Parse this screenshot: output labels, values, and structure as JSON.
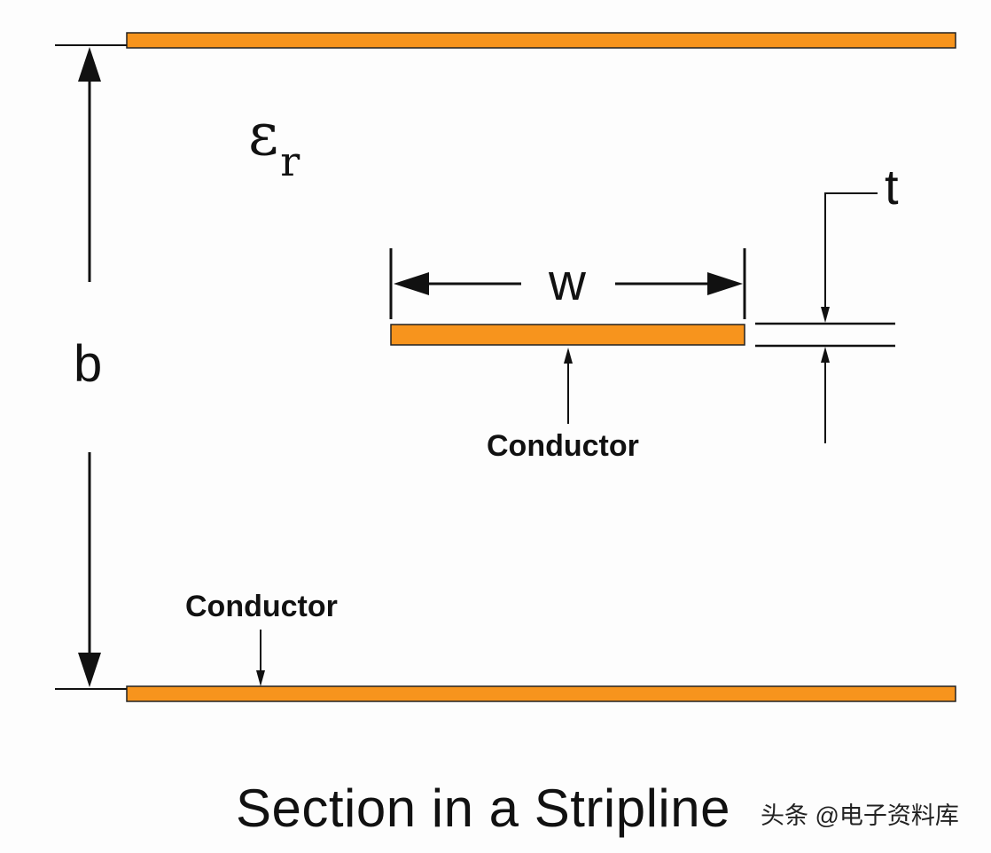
{
  "diagram": {
    "title": "Section in a Stripline",
    "watermark": "头条 @电子资料库",
    "labels": {
      "epsilon_symbol": "ε",
      "epsilon_subscript": "r",
      "b": "b",
      "w": "w",
      "t": "t",
      "conductor_center": "Conductor",
      "conductor_bottom": "Conductor"
    },
    "colors": {
      "conductor_fill": "#f7941d",
      "line": "#111111",
      "background": "#fdfdfd"
    }
  }
}
